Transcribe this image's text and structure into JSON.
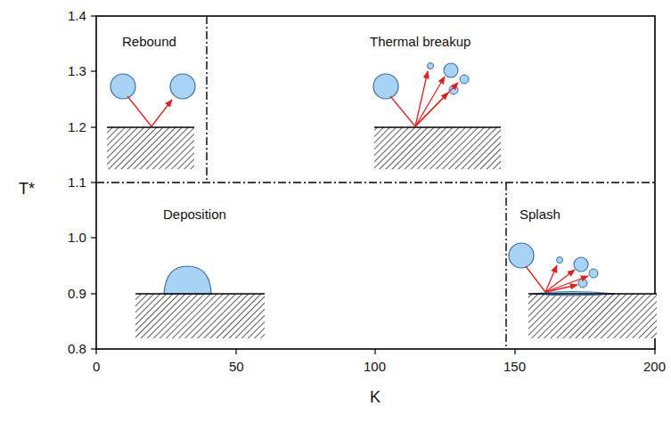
{
  "diagram": {
    "nodes": [
      {
        "text": [
          "Rebound"
        ]
      },
      {
        "text": [
          "Thermal breakup"
        ]
      },
      {
        "text": [
          "Deposition"
        ]
      },
      {
        "text": [
          "Splash"
        ]
      }
    ],
    "labels": [
      "1.4",
      "1.3",
      "1.2",
      "1.1",
      "1.0",
      "0.9",
      "0.8",
      "T*",
      "0",
      "50",
      "100",
      "150",
      "200",
      "K"
    ]
  }
}
